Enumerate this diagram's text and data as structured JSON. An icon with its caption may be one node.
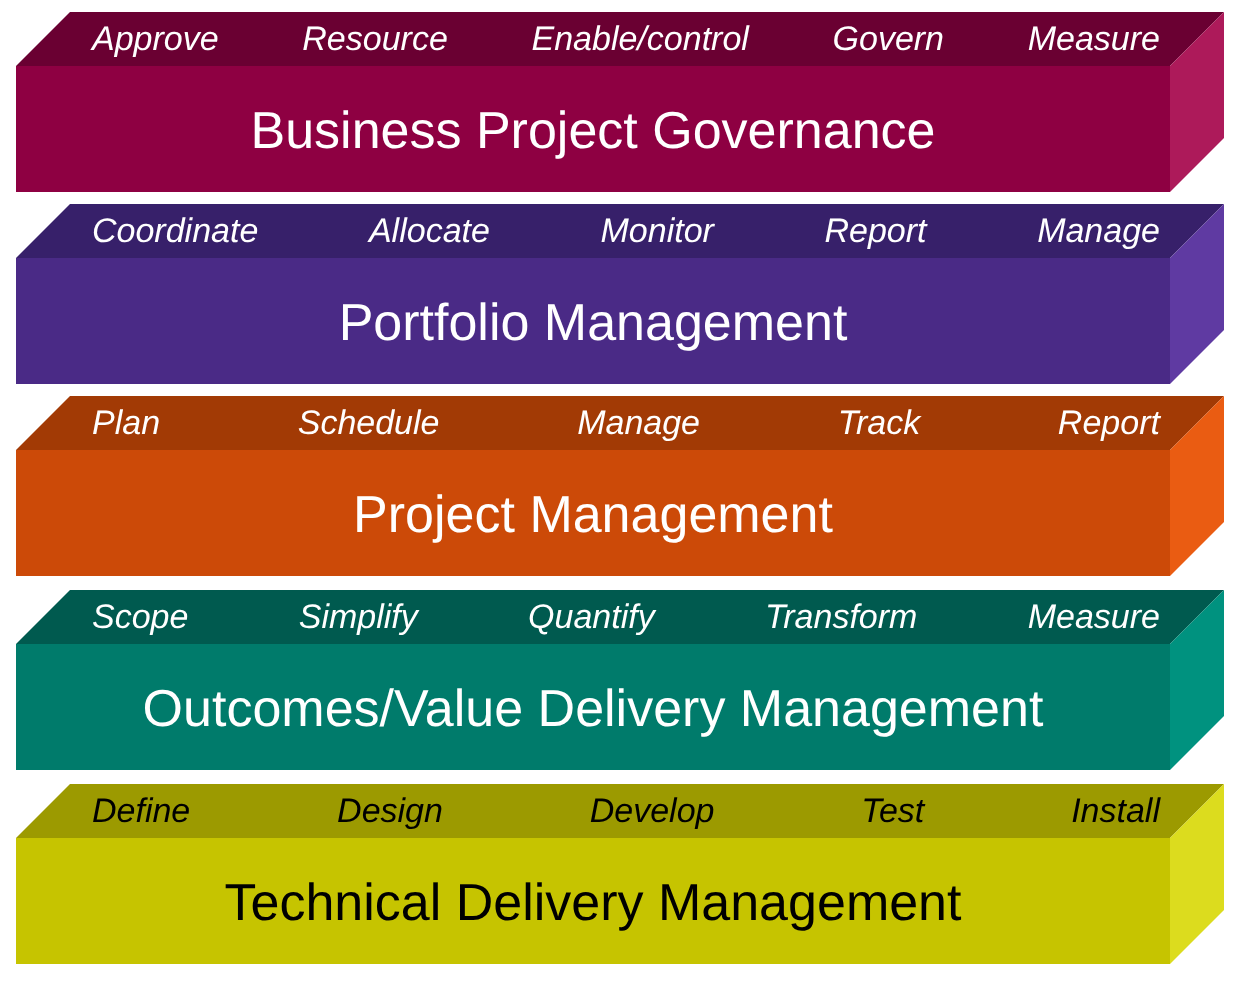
{
  "diagram": {
    "nodes": [
      {
        "text": [
          "Approve",
          "Resource",
          "Enable/control",
          "Govern",
          "Measure",
          "Business Project Governance"
        ]
      },
      {
        "text": [
          "Coordinate",
          "Allocate",
          "Monitor",
          "Report",
          "Manage",
          "Portfolio Management"
        ]
      },
      {
        "text": [
          "Plan",
          "Schedule",
          "Manage",
          "Track",
          "Report",
          "Project Management"
        ]
      },
      {
        "text": [
          "Scope",
          "Simplify",
          "Quantify",
          "Transform",
          "Measure",
          "Outcomes/Value Delivery Management"
        ]
      },
      {
        "text": [
          "Define",
          "Design",
          "Develop",
          "Test",
          "Install",
          "Technical Delivery Management"
        ]
      }
    ]
  }
}
